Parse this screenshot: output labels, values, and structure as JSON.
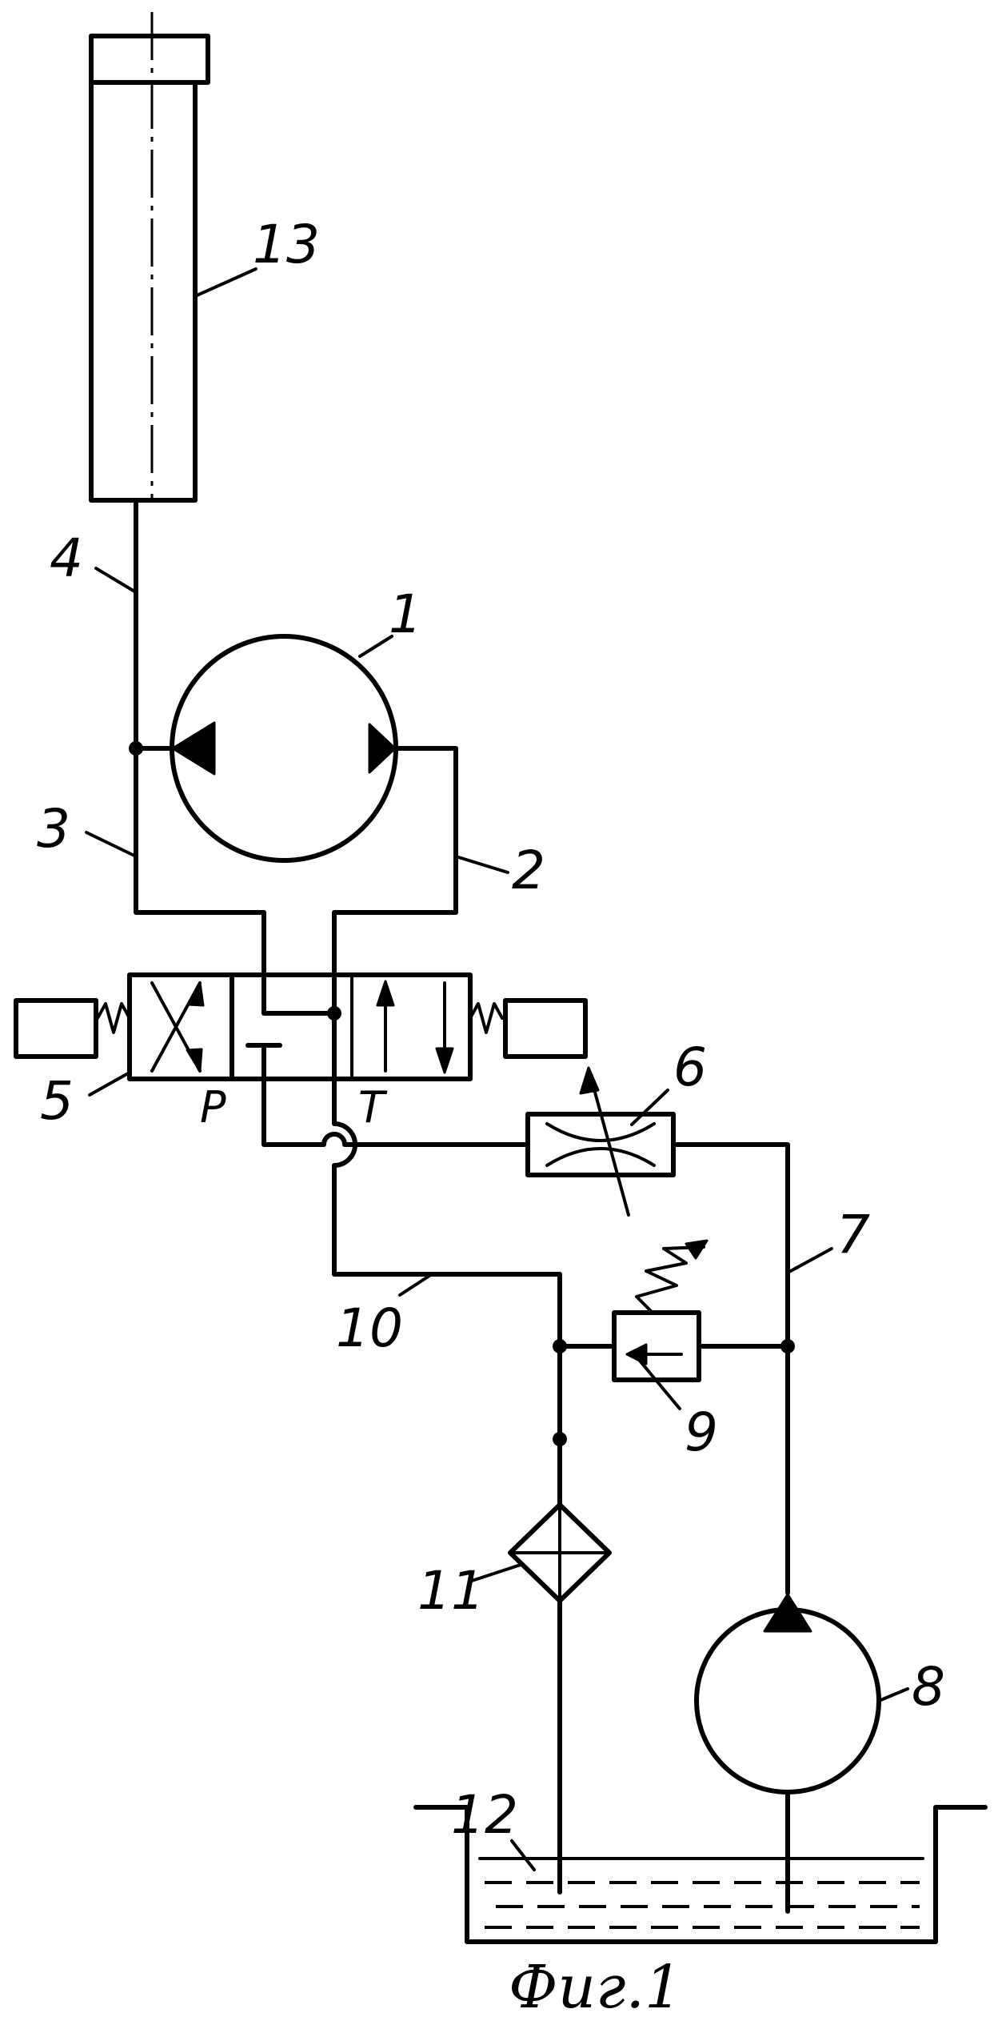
{
  "caption": "Фиг.1",
  "labels": {
    "l1": "1",
    "l2": "2",
    "l3": "3",
    "l4": "4",
    "l5": "5",
    "l6": "6",
    "l7": "7",
    "l8": "8",
    "l9": "9",
    "l10": "10",
    "l11": "11",
    "l12": "12",
    "l13": "13"
  },
  "ports": {
    "p": "P",
    "t": "T"
  }
}
